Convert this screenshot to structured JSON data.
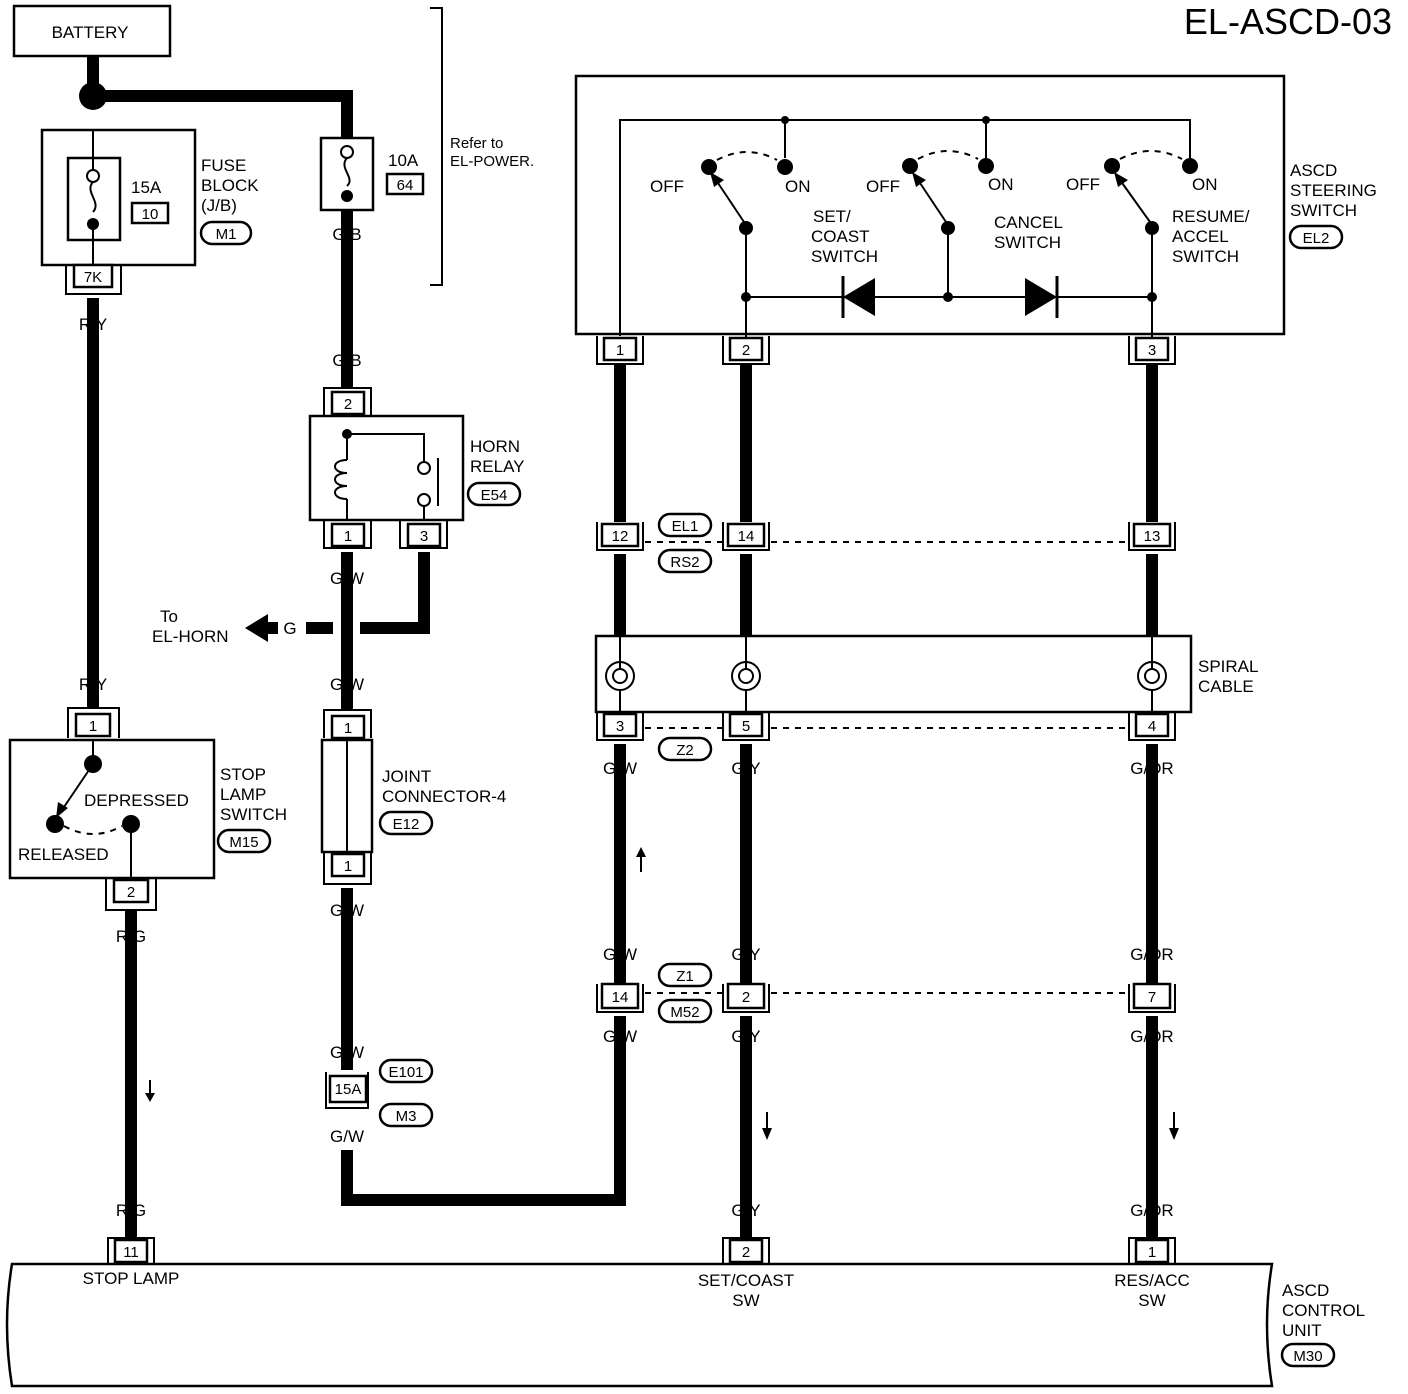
{
  "page_code": "EL-ASCD-03",
  "battery_label": "BATTERY",
  "refer_note": [
    "Refer to",
    "EL-POWER."
  ],
  "fuse_block": {
    "lines": [
      "FUSE",
      "BLOCK",
      "(J/B)"
    ],
    "connector": "M1",
    "rating": "15A",
    "fuse_no": "10",
    "terminal": "7K"
  },
  "fuse_10a": {
    "rating": "10A",
    "fuse_no": "64"
  },
  "horn_relay": {
    "lines": [
      "HORN",
      "RELAY"
    ],
    "connector": "E54",
    "pins": [
      "2",
      "1",
      "3"
    ]
  },
  "to_horn": [
    "To",
    "EL-HORN"
  ],
  "joint_connector": {
    "lines": [
      "JOINT",
      "CONNECTOR-4"
    ],
    "connector": "E12",
    "pins": [
      "1",
      "1"
    ]
  },
  "stop_lamp_switch": {
    "lines": [
      "STOP",
      "LAMP",
      "SWITCH"
    ],
    "connector": "M15",
    "depressed": "DEPRESSED",
    "released": "RELEASED",
    "pins": [
      "1",
      "2"
    ]
  },
  "steering_switch": {
    "lines": [
      "ASCD",
      "STEERING",
      "SWITCH"
    ],
    "connector": "EL2",
    "off_label": "OFF",
    "on_label": "ON",
    "switch1": [
      "SET/",
      "COAST",
      "SWITCH"
    ],
    "switch2": [
      "CANCEL",
      "SWITCH"
    ],
    "switch3": [
      "RESUME/",
      "ACCEL",
      "SWITCH"
    ],
    "pins": [
      "1",
      "2",
      "3"
    ]
  },
  "connector_el1_rs2": {
    "top": "EL1",
    "bottom": "RS2",
    "pins": [
      "12",
      "14",
      "13"
    ]
  },
  "spiral_cable": {
    "lines": [
      "SPIRAL",
      "CABLE"
    ],
    "pins": [
      "3",
      "5",
      "4"
    ]
  },
  "connector_z2": {
    "label": "Z2"
  },
  "connector_z1_m52": {
    "top": "Z1",
    "bottom": "M52",
    "pins": [
      "14",
      "2",
      "7"
    ]
  },
  "connector_e101_m3": {
    "top": "E101",
    "bottom": "M3",
    "pin": "15A"
  },
  "control_unit": {
    "lines": [
      "ASCD",
      "CONTROL",
      "UNIT"
    ],
    "connector": "M30",
    "pins": [
      "11",
      "2",
      "1"
    ],
    "terminal_labels": {
      "stop_lamp": [
        "STOP LAMP"
      ],
      "set_coast": [
        "SET/COAST",
        "SW"
      ],
      "res_acc": [
        "RES/ACC",
        "SW"
      ]
    }
  },
  "wire_colors": {
    "ry": "R/Y",
    "gb": "G/B",
    "gw": "G/W",
    "g": "G",
    "rg": "R/G",
    "gy": "G/Y",
    "gor": "G/OR"
  }
}
